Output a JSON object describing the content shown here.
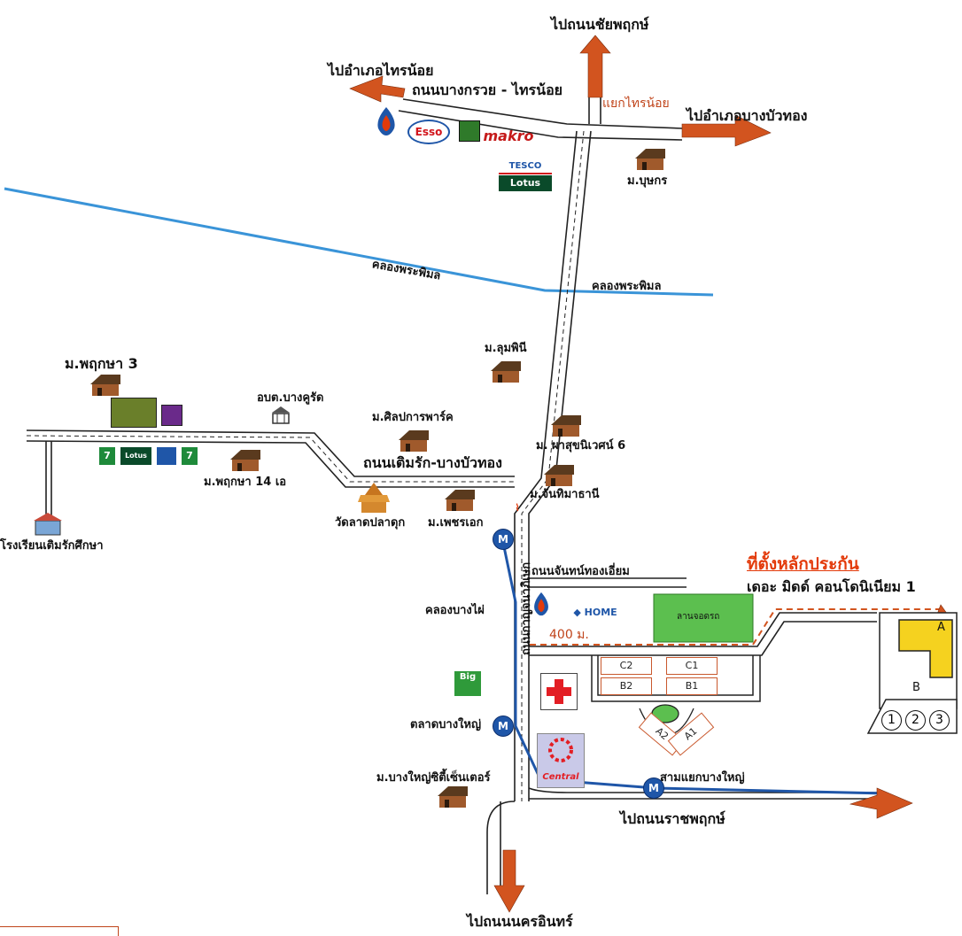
{
  "labels": {
    "to_chaiyaphruek": "ไปถนนชัยพฤกษ์",
    "to_sai_noi": "ไปอำเภอไทรน้อย",
    "bang_kruai_road": "ถนนบางกรวย - ไทรน้อย",
    "sai_noi_junction": "แยกไทรน้อย",
    "to_bang_bua_thong": "ไปอำเภอบางบัวทอง",
    "m_butsakorn": "ม.บุษกร",
    "canal_phimon_1": "คลองพระพิมล",
    "canal_phimon_2": "คลองพระพิมล",
    "m_lumphini": "ม.ลุมพินี",
    "m_phruksa3": "ม.พฤกษา 3",
    "obt_bang_khu_rat": "อบต.บางคูรัด",
    "m_silpakarn": "ม.ศิลปการพาร์ค",
    "m_phasuk": "ม. ผาสุขนิเวศน์ 6",
    "m_phruksa14": "ม.พฤกษา 14 เอ",
    "toem_rak_road": "ถนนเติมรัก-บางบัวทอง",
    "m_janthima": "ม.จันทิมาธานี",
    "wat_lat_pla_duk": "วัดลาดปลาดุก",
    "m_phet_ake": "ม.เพชรเอก",
    "school": "โรงเรียนเติมรักศึกษา",
    "kanchanaphisek_road": "ถนนกาญจนาภิเษก",
    "jantongiam_road": "ถนนจันทน์ทองเอี่ยม",
    "project_title": "ที่ตั้งหลักประกัน",
    "project_name": "เดอะ มิดด์ คอนโดนิเนียม 1",
    "khlong_bang_phai": "คลองบางไผ่",
    "distance": "400 ม.",
    "parking": "ลานจอดรถ",
    "talat_bang_yai": "ตลาดบางใหญ่",
    "m_bang_yai_city": "ม.บางใหญ่ซิตี้เซ็นเตอร์",
    "sam_yaek_bang_yai": "สามแยกบางใหญ่",
    "to_ratchaphruek": "ไปถนนราชพฤกษ์",
    "to_nakhon_in": "ไปถนนนครอินทร์"
  },
  "logos": {
    "esso": "Esso",
    "makro": "makro",
    "tesco": "TESCO",
    "lotus": "Lotus",
    "big_c": "Big",
    "central": "Central",
    "seven": "7"
  },
  "metro_station": "M",
  "buildings": {
    "c2": "C2",
    "c1": "C1",
    "b2": "B2",
    "b1": "B1",
    "a2": "A2",
    "a1": "A1"
  },
  "site": {
    "block_a": "A",
    "block_b": "B",
    "numbers": [
      "1",
      "2",
      "3"
    ]
  },
  "colors": {
    "road_outline": "#222222",
    "canal": "#3a94d8",
    "arrow": "#d2541f",
    "metro_line": "#1f56a8",
    "parking": "#5cbf4f",
    "highlight": "#f5d21f",
    "title_red": "#e33a0a"
  }
}
